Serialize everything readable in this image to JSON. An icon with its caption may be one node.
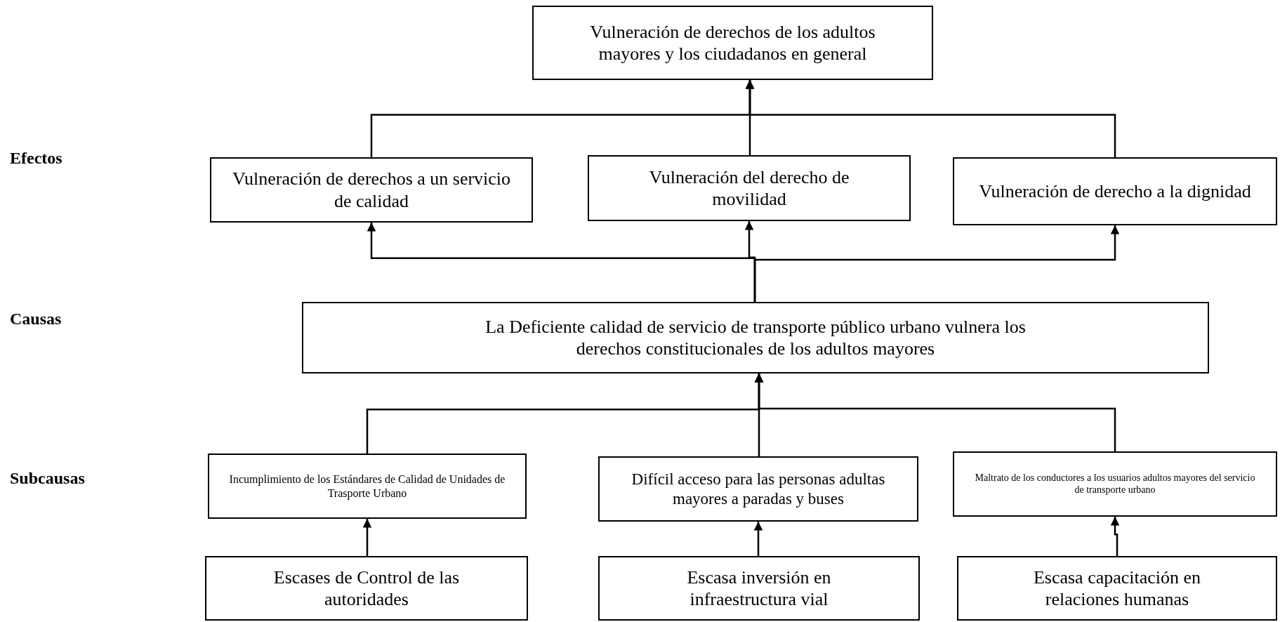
{
  "diagram": {
    "nodes": [
      {
        "text": [
          "Vulneración de derechos de los adultos mayores y los ciudadanos en general"
        ]
      },
      {
        "text": [
          "Vulneración de derechos a un servicio de calidad"
        ]
      },
      {
        "text": [
          "Vulneración del derecho de movilidad"
        ]
      },
      {
        "text": [
          "Vulneración de derecho a la dignidad"
        ]
      },
      {
        "text": [
          "La Deficiente calidad de servicio de transporte público urbano vulnera los derechos constitucionales de los adultos mayores"
        ]
      },
      {
        "text": [
          "Incumplimiento de los Estándares de Calidad  de Unidades de Trasporte Urbano"
        ]
      },
      {
        "text": [
          "Difícil acceso para las personas adultas mayores a paradas y buses"
        ]
      },
      {
        "text": [
          "Maltrato de los conductores a los usuarios adultos mayores del servicio de transporte urbano"
        ]
      },
      {
        "text": [
          "Escases de Control de las autoridades"
        ]
      },
      {
        "text": [
          "Escasa inversión en infraestructura vial"
        ]
      },
      {
        "text": [
          "Escasa capacitación en relaciones humanas"
        ]
      }
    ],
    "edges": [
      {
        "from": 1,
        "to": 0,
        "arrow": "to"
      },
      {
        "from": 2,
        "to": 0,
        "arrow": "to"
      },
      {
        "from": 3,
        "to": 0,
        "arrow": "to"
      },
      {
        "from": 4,
        "to": 1,
        "arrow": "to"
      },
      {
        "from": 4,
        "to": 2,
        "arrow": "to"
      },
      {
        "from": 4,
        "to": 3,
        "arrow": "to"
      },
      {
        "from": 5,
        "to": 4,
        "arrow": "to"
      },
      {
        "from": 6,
        "to": 4,
        "arrow": "to"
      },
      {
        "from": 7,
        "to": 4,
        "arrow": "to"
      },
      {
        "from": 8,
        "to": 5,
        "arrow": "to"
      },
      {
        "from": 9,
        "to": 6,
        "arrow": "to"
      },
      {
        "from": 10,
        "to": 7,
        "arrow": "to"
      }
    ],
    "labels": [
      "Efectos",
      "Causas",
      "Subcausas"
    ]
  }
}
